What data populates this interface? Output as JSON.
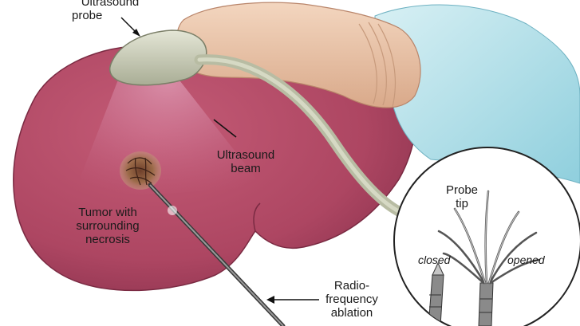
{
  "labels": {
    "ultrasound_probe_line1": "Ultrasound",
    "ultrasound_probe_line2": "probe",
    "ultrasound_beam_line1": "Ultrasound",
    "ultrasound_beam_line2": "beam",
    "tumor_line1": "Tumor with",
    "tumor_line2": "surrounding",
    "tumor_line3": "necrosis",
    "rf_line1": "Radio-",
    "rf_line2": "frequency",
    "rf_line3": "ablation",
    "probe_tip_line1": "Probe",
    "probe_tip_line2": "tip",
    "closed": "closed",
    "opened": "opened"
  },
  "colors": {
    "liver": "#b04a63",
    "liver_shadow": "#8f3450",
    "beam": "#d48aa6",
    "probe_body": "#c9cdb8",
    "skin": "#e9c3a6",
    "glove": "#a9dce8",
    "tumor": "#8a5a3c"
  }
}
